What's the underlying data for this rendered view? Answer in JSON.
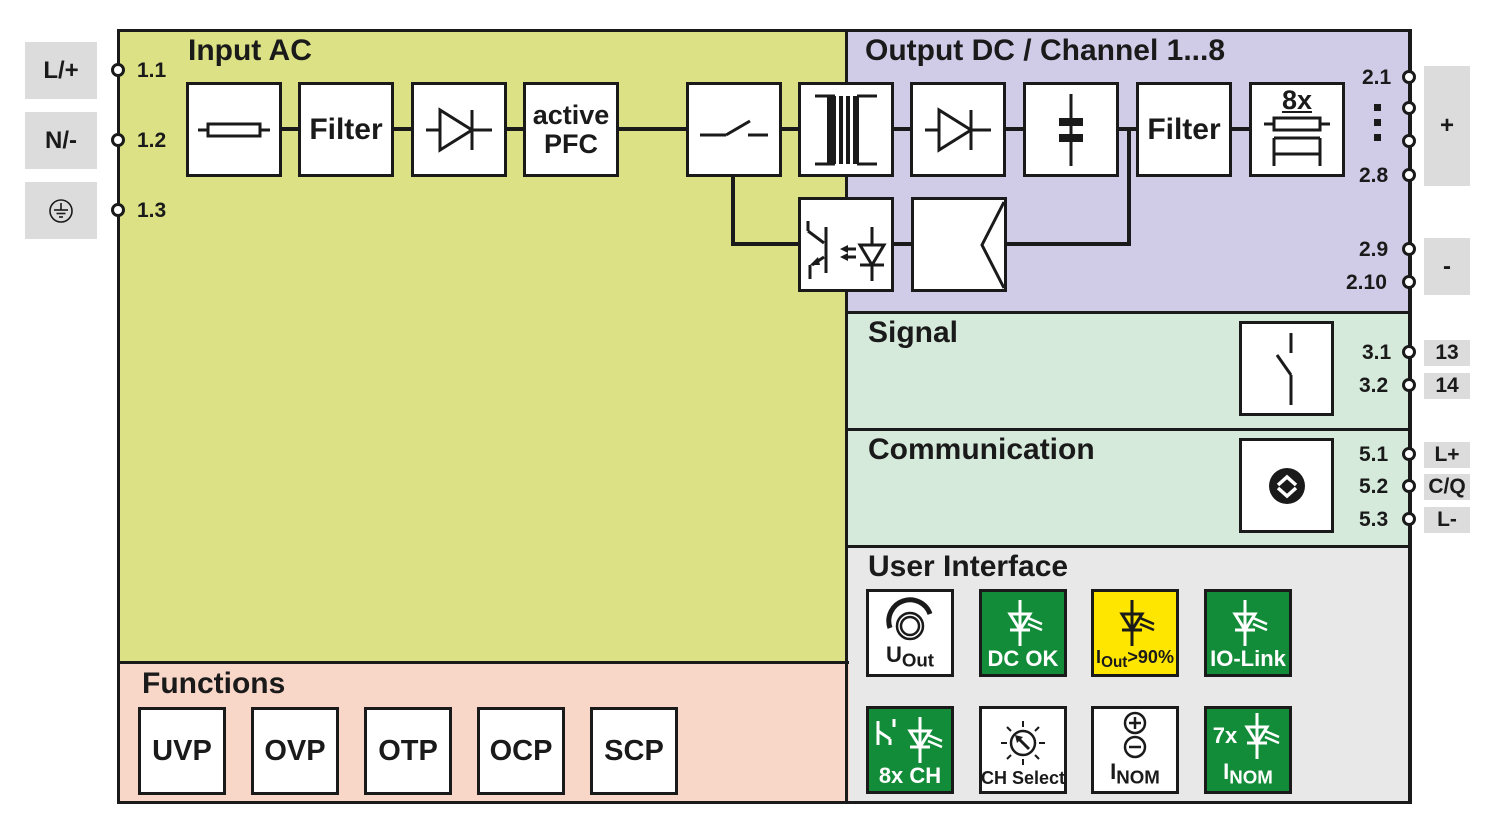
{
  "input": {
    "title": "Input AC",
    "terminals": [
      {
        "num": "1.1",
        "label": "L/+"
      },
      {
        "num": "1.2",
        "label": "N/-"
      },
      {
        "num": "1.3",
        "label": "",
        "icon": "protective-earth-icon"
      }
    ],
    "blocks": [
      {
        "type": "fuse-icon"
      },
      {
        "label": "Filter"
      },
      {
        "type": "diode-icon"
      },
      {
        "label_line1": "active",
        "label_line2": "PFC"
      }
    ]
  },
  "output": {
    "title": "Output DC / Channel 1...8",
    "blocks": [
      {
        "type": "switch-icon"
      },
      {
        "type": "transformer-icon"
      },
      {
        "type": "diode-icon"
      },
      {
        "type": "capacitor-icon"
      },
      {
        "label": "Filter"
      },
      {
        "label": "8x",
        "type": "electronic-fuse-icon"
      },
      {
        "type": "optocoupler-icon"
      },
      {
        "type": "controller-icon"
      }
    ],
    "terminals_plus": [
      "2.1",
      ":",
      "2.8"
    ],
    "terminals_minus": [
      "2.9",
      "2.10"
    ],
    "plus_label": "+",
    "minus_label": "-"
  },
  "signal": {
    "title": "Signal",
    "terminals": [
      {
        "num": "3.1",
        "label": "13"
      },
      {
        "num": "3.2",
        "label": "14"
      }
    ]
  },
  "communication": {
    "title": "Communication",
    "terminals": [
      {
        "num": "5.1",
        "label": "L+"
      },
      {
        "num": "5.2",
        "label": "C/Q"
      },
      {
        "num": "5.3",
        "label": "L-"
      }
    ]
  },
  "user_interface": {
    "title": "User Interface",
    "items": [
      {
        "label": "U",
        "sub": "Out",
        "color": "#ffffff",
        "icon": "potentiometer-icon"
      },
      {
        "label": "DC OK",
        "color": "#138c3a",
        "icon": "led-icon"
      },
      {
        "label": "I",
        "sub": "Out",
        "suffix": ">90%",
        "color": "#ffe600",
        "icon": "led-icon"
      },
      {
        "label": "IO-Link",
        "color": "#138c3a",
        "icon": "led-icon"
      },
      {
        "label": "8x CH",
        "color": "#138c3a",
        "icon": "switch-led-icon"
      },
      {
        "label": "CH Select",
        "color": "#ffffff",
        "icon": "selector-icon"
      },
      {
        "label": "I",
        "sub": "NOM",
        "color": "#ffffff",
        "icon": "plus-minus-icon"
      },
      {
        "label_top": "7x",
        "label": "I",
        "sub": "NOM",
        "color": "#138c3a",
        "icon": "led-icon"
      }
    ]
  },
  "functions": {
    "title": "Functions",
    "items": [
      "UVP",
      "OVP",
      "OTP",
      "OCP",
      "SCP"
    ]
  },
  "colors": {
    "input_bg": "#dbe184",
    "output_bg": "#d0cce8",
    "signal_bg": "#d6eadc",
    "ui_bg": "#e8e8e8",
    "functions_bg": "#f8d6c8",
    "led_green": "#138c3a",
    "led_yellow": "#ffe600"
  }
}
